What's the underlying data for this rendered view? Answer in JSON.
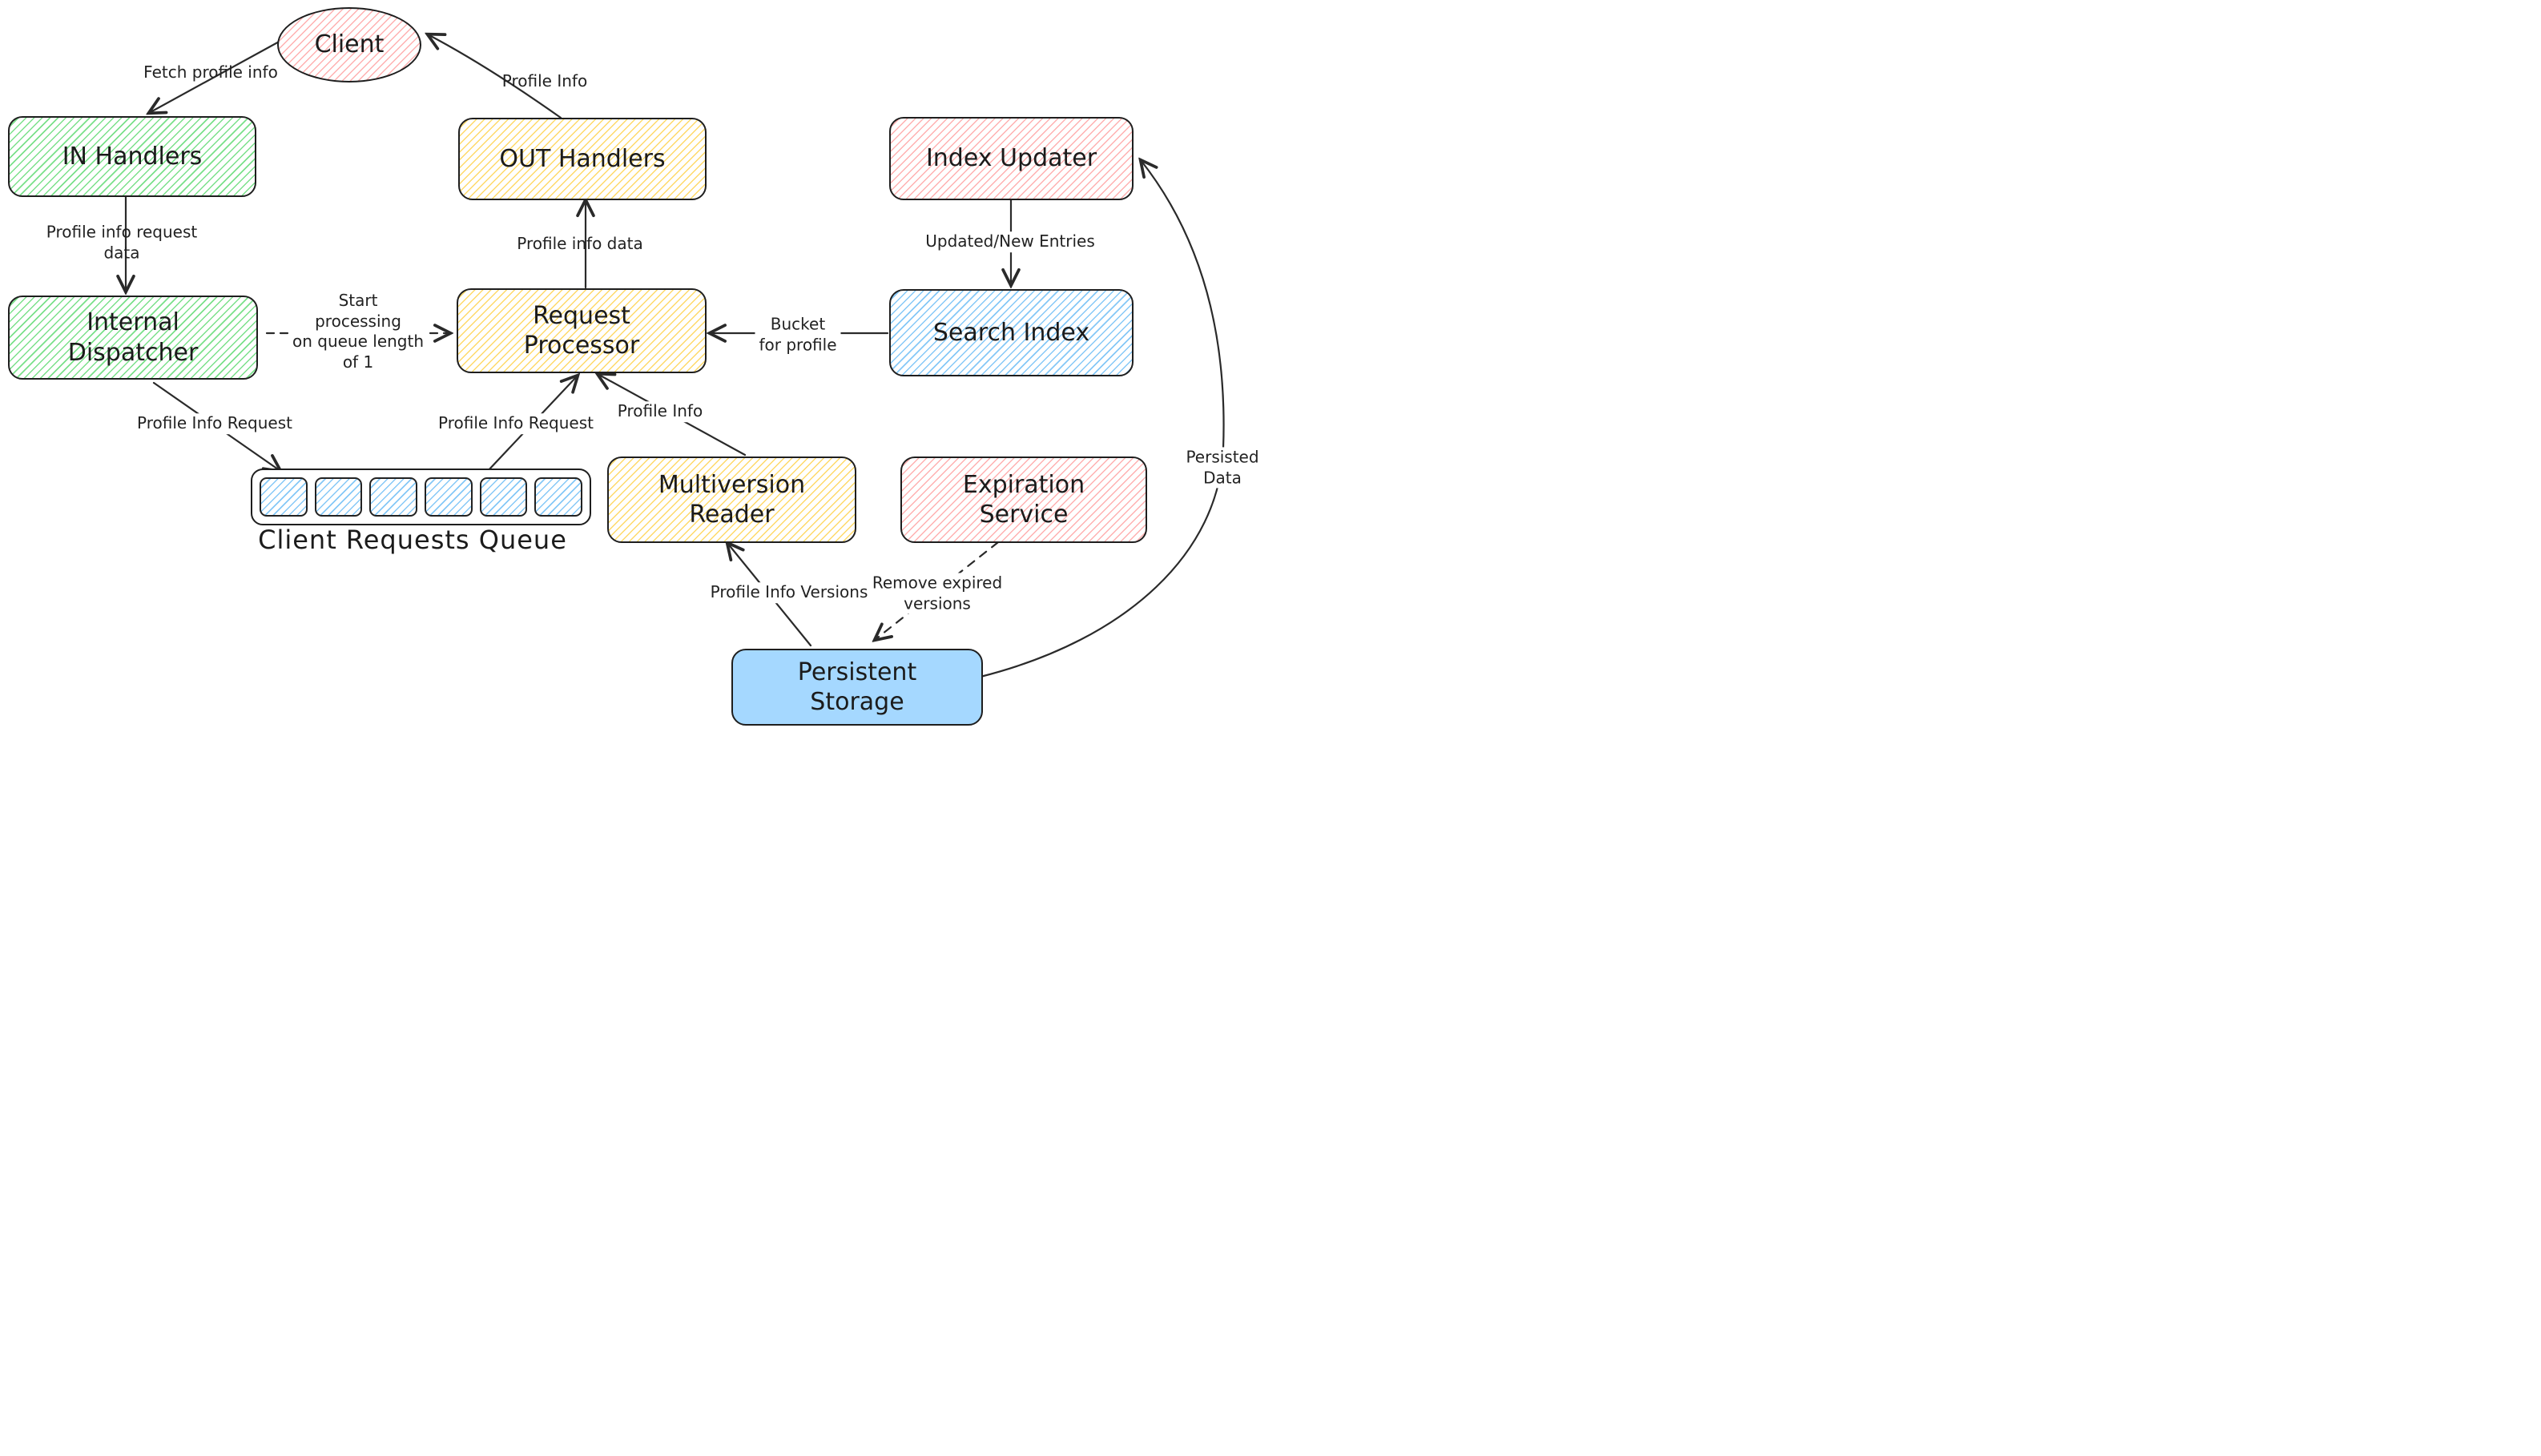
{
  "diagram": {
    "nodes": {
      "client": {
        "label": "Client"
      },
      "in_handlers": {
        "label": "IN Handlers"
      },
      "out_handlers": {
        "label": "OUT Handlers"
      },
      "index_updater": {
        "label": "Index Updater"
      },
      "internal_dispatcher": {
        "label": "Internal\nDispatcher"
      },
      "request_processor": {
        "label": "Request\nProcessor"
      },
      "search_index": {
        "label": "Search Index"
      },
      "client_requests_queue": {
        "label": "Client Requests Queue",
        "slot_count": 6
      },
      "multiversion_reader": {
        "label": "Multiversion\nReader"
      },
      "expiration_service": {
        "label": "Expiration\nService"
      },
      "persistent_storage": {
        "label": "Persistent\nStorage"
      }
    },
    "edge_labels": {
      "fetch_profile_info": "Fetch profile info",
      "profile_info_to_client": "Profile Info",
      "profile_info_request_data": "Profile info request\ndata",
      "start_processing": "Start\nprocessing\non queue length\nof 1",
      "profile_info_data": "Profile info data",
      "updated_new_entries": "Updated/New Entries",
      "bucket_for_profile": "Bucket\nfor profile",
      "profile_info_request_from_dispatcher": "Profile Info Request",
      "profile_info_request_from_queue": "Profile Info Request",
      "profile_info_from_reader": "Profile Info",
      "profile_info_versions": "Profile Info Versions",
      "remove_expired_versions": "Remove expired\nversions",
      "persisted_data": "Persisted\nData"
    },
    "colors": {
      "stroke": "#1e1e1e",
      "arrow": "#2a2a2a",
      "green": "#7ae08a",
      "yellow": "#ffd968",
      "red": "#ffb0b0",
      "blue": "#85c8f7",
      "solid_blue": "#a5d8ff"
    }
  }
}
